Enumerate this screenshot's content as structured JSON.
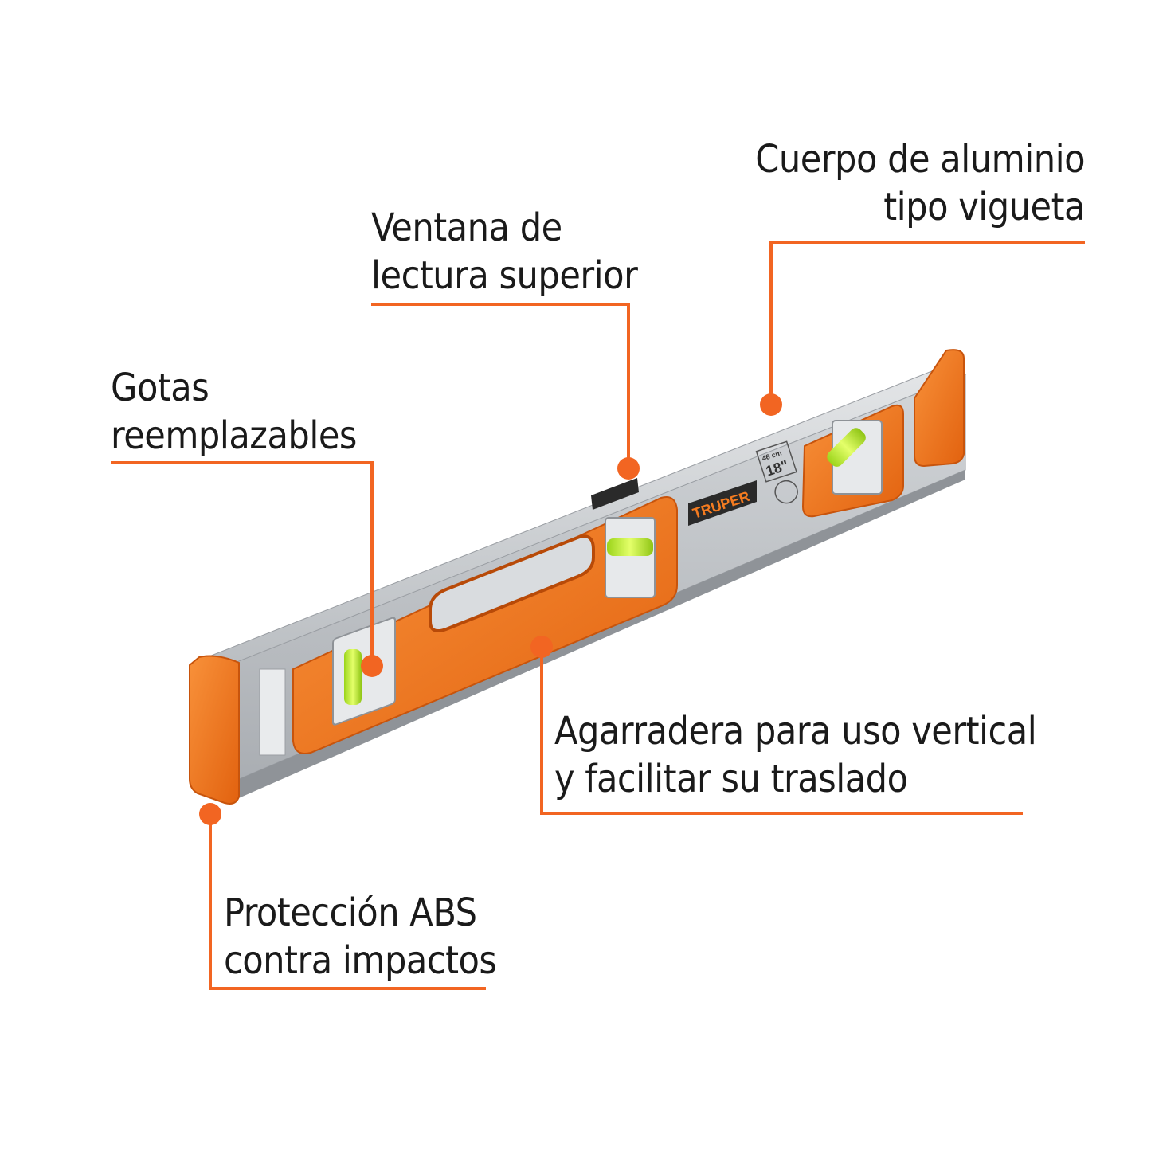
{
  "colors": {
    "accent": "#f26522",
    "orange": "#f47b20",
    "aluminum": "#c9cccf",
    "text": "#1a1a1a",
    "bubble": "#c4f03a"
  },
  "callouts": {
    "body": {
      "line1": "Cuerpo de aluminio",
      "line2": "tipo vigueta"
    },
    "window": {
      "line1": "Ventana de",
      "line2": "lectura superior"
    },
    "vials": {
      "line1": "Gotas",
      "line2": "reemplazables"
    },
    "handle": {
      "line1": "Agarradera para uso vertical",
      "line2": "y facilitar su traslado"
    },
    "protection": {
      "line1": "Protección ABS",
      "line2": "contra impactos"
    }
  },
  "product": {
    "brand": "TRUPER",
    "size_cm": "46 cm",
    "size_in": "18\""
  }
}
